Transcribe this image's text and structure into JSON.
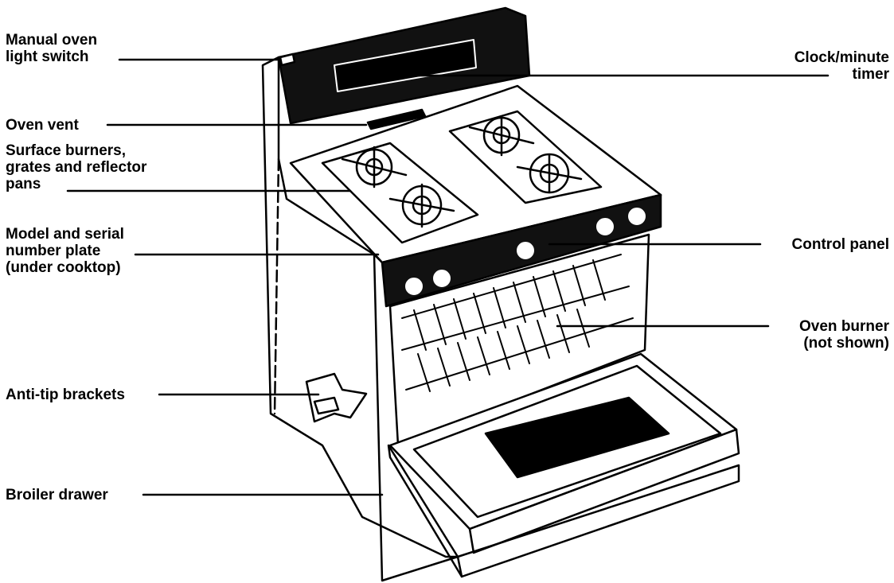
{
  "labels": {
    "manual_oven_light_switch": [
      "Manual oven",
      "light switch"
    ],
    "clock_minute_timer": [
      "Clock/minute",
      "timer"
    ],
    "oven_vent": [
      "Oven vent"
    ],
    "surface_burners": [
      "Surface burners,",
      "grates and reflector",
      "pans"
    ],
    "model_serial_plate": [
      "Model and serial",
      "number plate",
      "(under cooktop)"
    ],
    "control_panel": [
      "Control panel"
    ],
    "oven_burner": [
      "Oven burner",
      "(not shown)"
    ],
    "anti_tip_brackets": [
      "Anti-tip brackets"
    ],
    "broiler_drawer": [
      "Broiler drawer"
    ]
  },
  "colors": {
    "ink": "#000000",
    "paper": "#ffffff",
    "panel": "#111111"
  }
}
